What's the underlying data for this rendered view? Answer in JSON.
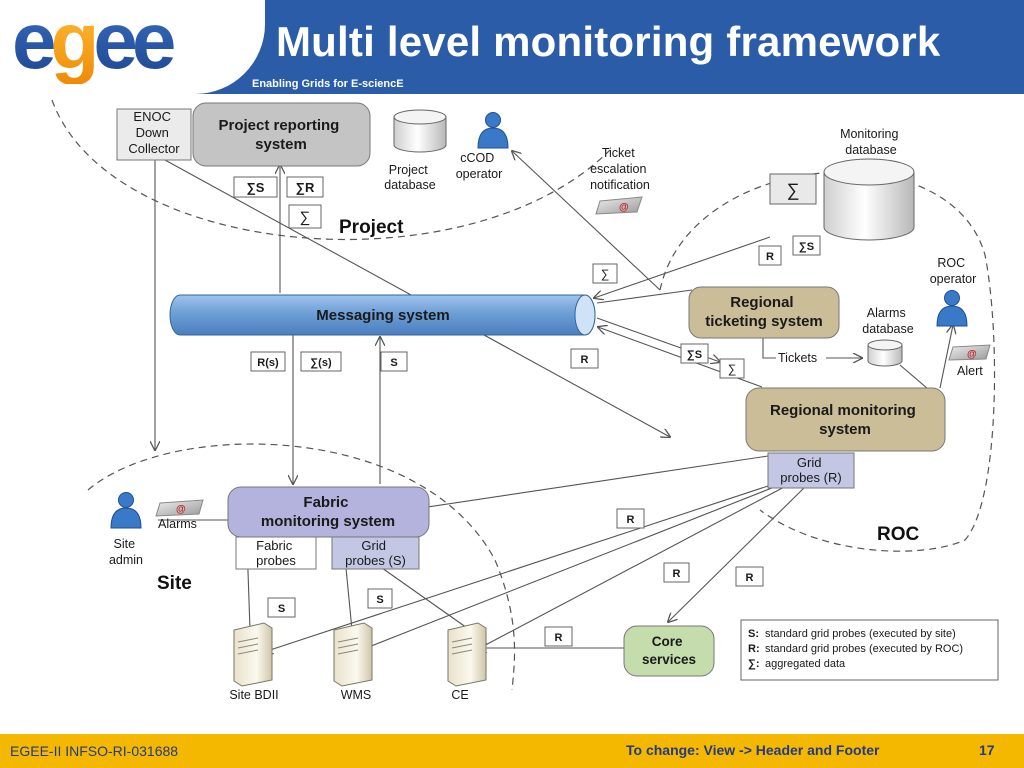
{
  "header": {
    "logo_text": "egee",
    "title": "Multi level monitoring framework",
    "subtitle": "Enabling Grids for E-sciencE"
  },
  "diagram": {
    "domains": {
      "project": "Project",
      "roc": "ROC",
      "site": "Site"
    },
    "project": {
      "enoc": [
        "ENOC",
        "Down",
        "Collector"
      ],
      "reporting": [
        "Project reporting",
        "system"
      ],
      "project_db": [
        "Project",
        "database"
      ],
      "ccod": [
        "cCOD",
        "operator"
      ],
      "ticket_escalation": [
        "Ticket",
        "escalation",
        "notification"
      ],
      "sum_s": "∑S",
      "sum_r": "∑R",
      "sum": "∑"
    },
    "messaging": {
      "label": "Messaging system",
      "r_s": "R(s)",
      "sum_s_paren": "∑(s)",
      "s": "S"
    },
    "roc": {
      "monitoring_db": [
        "Monitoring",
        "database"
      ],
      "db_sum": "∑",
      "r": "R",
      "sum_s": "∑S",
      "ticketing": [
        "Regional",
        "ticketing system"
      ],
      "roc_operator": [
        "ROC",
        "operator"
      ],
      "alarms_db": [
        "Alarms",
        "database"
      ],
      "tickets": "Tickets",
      "alert": "Alert",
      "regional_monitoring": [
        "Regional monitoring",
        "system"
      ],
      "grid_probes_r": [
        "Grid",
        "probes (R)"
      ],
      "left_sum": "∑",
      "left_r": "R",
      "left_sum_s": "∑S",
      "left_sum2": "∑"
    },
    "site": {
      "site_admin": [
        "Site",
        "admin"
      ],
      "alarms": "Alarms",
      "fabric": [
        "Fabric",
        "monitoring system"
      ],
      "fabric_probes": [
        "Fabric",
        "probes"
      ],
      "grid_probes_s": [
        "Grid",
        "probes (S)"
      ],
      "s1": "S",
      "s2": "S",
      "site_bdii": "Site BDII",
      "wms": "WMS",
      "ce": "CE",
      "core_services": [
        "Core",
        "services"
      ],
      "r1": "R",
      "r2": "R",
      "r3": "R",
      "r4": "R"
    },
    "legend": {
      "s_key": "S:",
      "s_text": "standard grid probes (executed by site)",
      "r_key": "R:",
      "r_text": "standard grid probes (executed by ROC)",
      "sum_key": "∑:",
      "sum_text": "aggregated data"
    },
    "email_icon_glyph": "@"
  },
  "footer": {
    "left": "EGEE-II INFSO-RI-031688",
    "center": "To change: View -> Header and Footer",
    "page": "17"
  },
  "colors": {
    "header_blue": "#2a5ca8",
    "footer_yellow": "#f5b800",
    "footer_text": "#243a82",
    "project_box": "#c4c4c4",
    "messaging_blue": "#7aa8dc",
    "roc_box": "#cbbd97",
    "fabric_box": "#b3b3dd",
    "core_box": "#c5dcac",
    "grid_probes_box": "#c3c7e4",
    "operator_icon": "#3a78c8"
  }
}
